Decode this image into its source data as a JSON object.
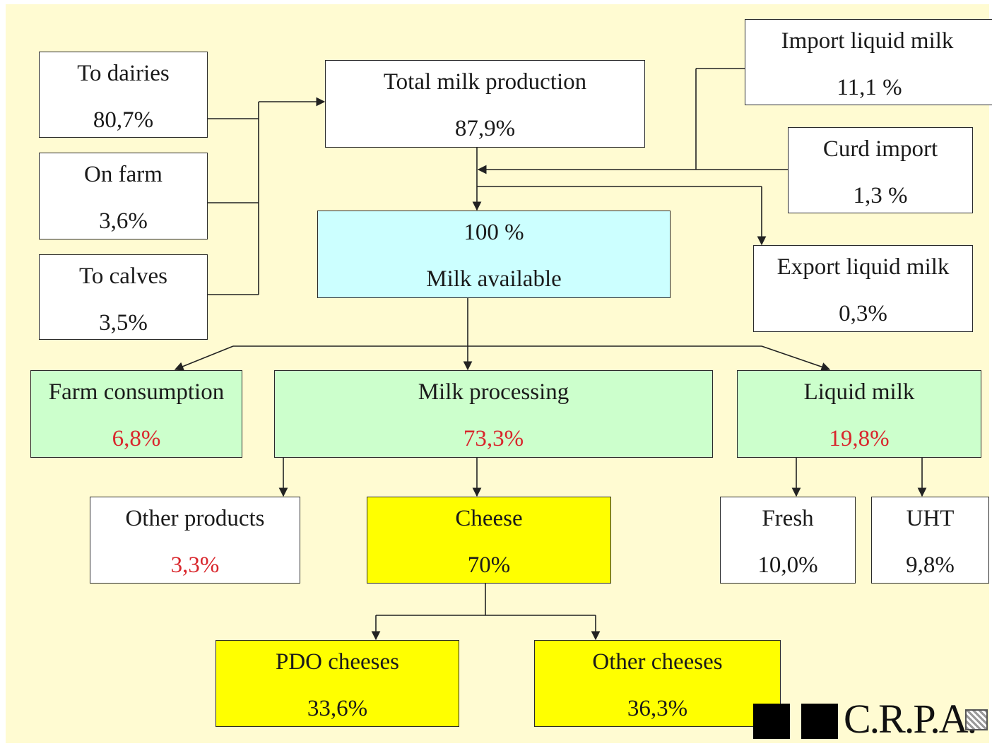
{
  "sources": [
    {
      "label": "To dairies",
      "value": "80,7%"
    },
    {
      "label": "On farm",
      "value": "3,6%"
    },
    {
      "label": "To calves",
      "value": "3,5%"
    }
  ],
  "total_production": {
    "label": "Total milk production",
    "value": "87,9%"
  },
  "import_liquid": {
    "label": "Import liquid milk",
    "value": "11,1 %"
  },
  "curd_import": {
    "label": "Curd import",
    "value": "1,3 %"
  },
  "available": {
    "value": "100 %",
    "label": "Milk available"
  },
  "export_liquid": {
    "label": "Export liquid milk",
    "value": "0,3%"
  },
  "uses": [
    {
      "label": "Farm consumption",
      "value": "6,8%"
    },
    {
      "label": "Milk processing",
      "value": "73,3%"
    },
    {
      "label": "Liquid milk",
      "value": "19,8%"
    }
  ],
  "products": [
    {
      "label": "Other products",
      "value": "3,3%"
    },
    {
      "label": "Cheese",
      "value": "70%"
    },
    {
      "label": "Fresh",
      "value": "10,0%"
    },
    {
      "label": "UHT",
      "value": "9,8%"
    }
  ],
  "cheeses": [
    {
      "label": "PDO cheeses",
      "value": "33,6%"
    },
    {
      "label": "Other cheeses",
      "value": "36,3%"
    }
  ],
  "logo": {
    "text": "C.R.P.A."
  },
  "colors": {
    "background": "#fffbd2",
    "available": "#ccffff",
    "uses": "#ccffcc",
    "cheese": "#ffff00",
    "highlight_value": "#d9262c"
  }
}
